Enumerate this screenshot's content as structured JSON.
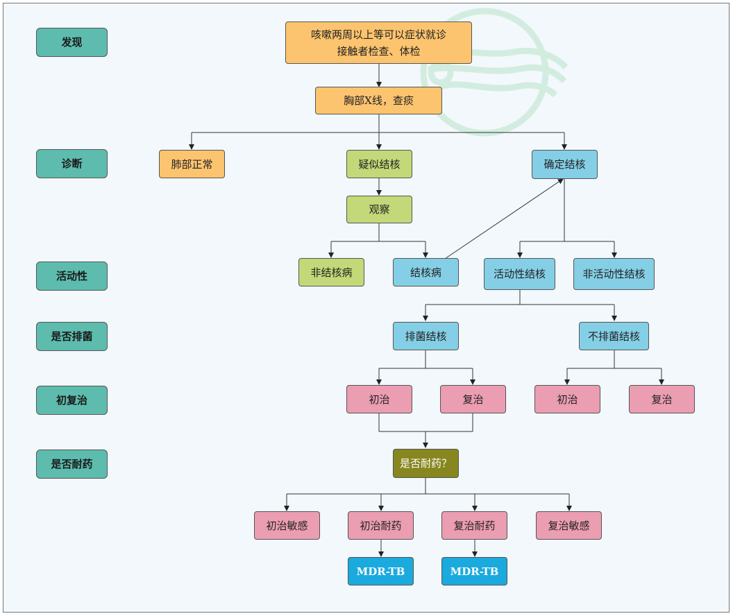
{
  "colors": {
    "stage": "#5dbcad",
    "discovery": "#fcc46f",
    "suspect": "#c3d878",
    "confirm": "#84cfe6",
    "treatment": "#eb9db1",
    "resist": "#87861f",
    "mdr": "#1aaade",
    "watermark": "#d3ece0"
  },
  "stages": [
    {
      "id": "discover",
      "label": "发现"
    },
    {
      "id": "diagnose",
      "label": "诊断"
    },
    {
      "id": "activity",
      "label": "活动性"
    },
    {
      "id": "excretion",
      "label": "是否排菌"
    },
    {
      "id": "treatment",
      "label": "初复治"
    },
    {
      "id": "resistance",
      "label": "是否耐药"
    }
  ],
  "nodes": {
    "symptom_line1": "咳嗽两周以上等可以症状就诊",
    "symptom_line2": "接触者检查、体检",
    "xray": "胸部X线，查痰",
    "lung_normal": "肺部正常",
    "suspected_tb": "疑似结核",
    "confirmed_tb": "确定结核",
    "observe": "观察",
    "non_tb": "非结核病",
    "tb_disease": "结核病",
    "active_tb": "活动性结核",
    "inactive_tb": "非活动性结核",
    "excreting_tb": "排菌结核",
    "non_excreting_tb": "不排菌结核",
    "initial_1": "初治",
    "retreat_1": "复治",
    "initial_2": "初治",
    "retreat_2": "复治",
    "resistance_q": "是否耐药？",
    "initial_sensitive": "初治敏感",
    "initial_resistant": "初治耐药",
    "retreat_resistant": "复治耐药",
    "retreat_sensitive": "复治敏感",
    "mdr_1": "MDR-TB",
    "mdr_2": "MDR-TB"
  }
}
